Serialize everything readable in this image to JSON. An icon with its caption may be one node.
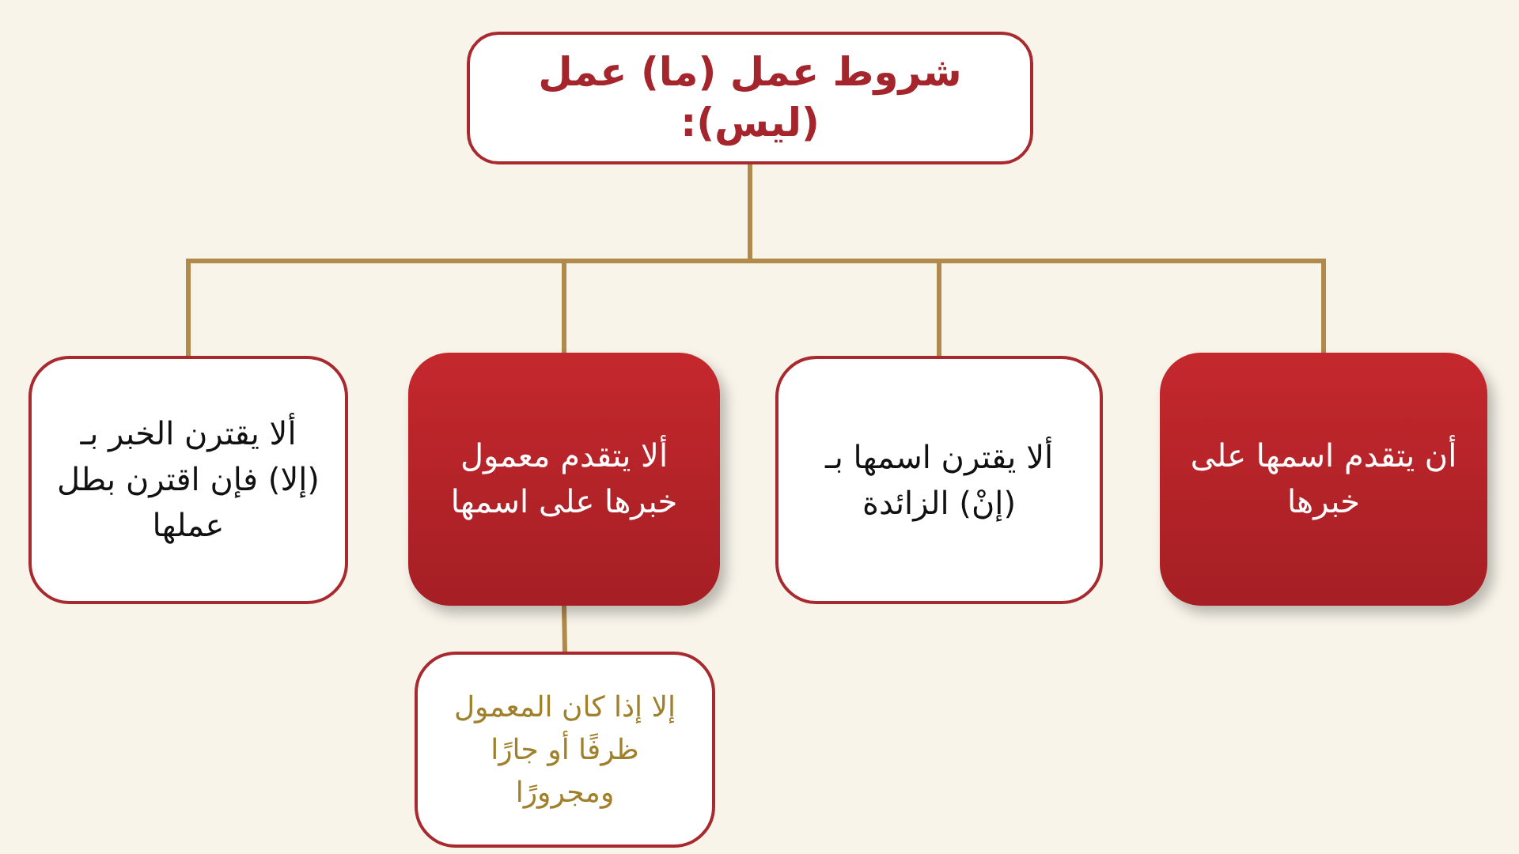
{
  "diagram": {
    "nodes": [
      {
        "text": [
          "شروط عمل (ما) عمل (ليس):"
        ]
      },
      {
        "text": [
          "أن يتقدم اسمها على خبرها"
        ]
      },
      {
        "text": [
          "ألا يقترن اسمها بـ (إنْ) الزائدة"
        ]
      },
      {
        "text": [
          "ألا يتقدم معمول خبرها على اسمها"
        ]
      },
      {
        "text": [
          "ألا يقترن الخبر بـ (إلا) فإن اقترن بطل عملها"
        ]
      },
      {
        "text": [
          "إلا إذا كان المعمول ظرفًا أو جارًا ومجرورًا"
        ]
      }
    ],
    "edges": [
      {
        "from": 0,
        "to": 1,
        "arrow": "none"
      },
      {
        "from": 0,
        "to": 2,
        "arrow": "none"
      },
      {
        "from": 0,
        "to": 3,
        "arrow": "none"
      },
      {
        "from": 0,
        "to": 4,
        "arrow": "none"
      },
      {
        "from": 3,
        "to": 5,
        "arrow": "none"
      }
    ]
  }
}
